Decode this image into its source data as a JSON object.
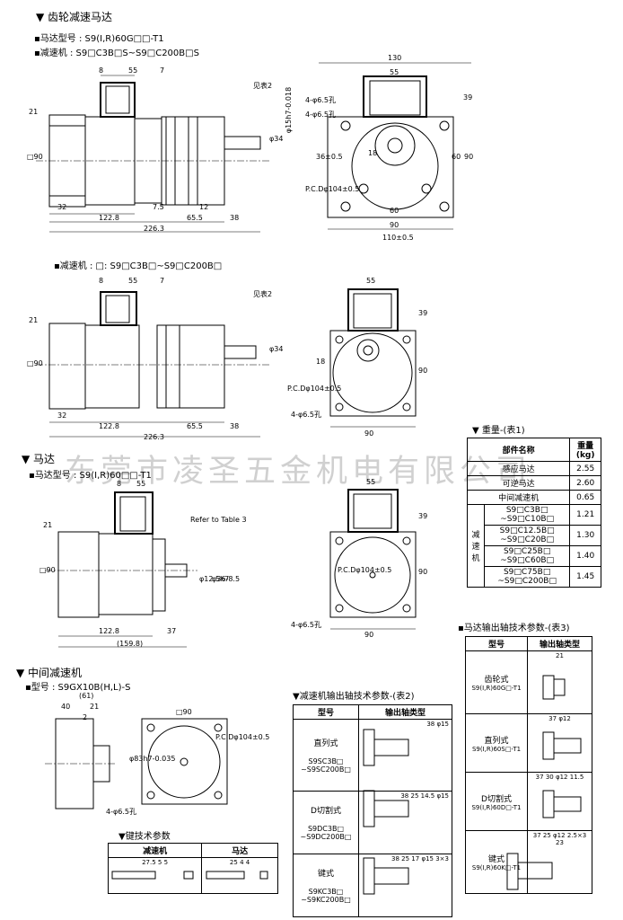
{
  "sec1": {
    "title": "齿轮减速马达",
    "motor_label": "马达型号",
    "motor_value": ": S9(I,R)60G□□-T1",
    "reducer_label": "减速机",
    "reducer_value": ": S9□C3B□S~S9□C200B□S"
  },
  "sec2": {
    "title": "减速机",
    "value": ": □: S9□C3B□~S9□C200B□"
  },
  "sec3": {
    "title": "马达",
    "model_label": "马达型号",
    "model_value": ": S9(I,R)60□□-T1"
  },
  "sec4": {
    "title": "中间减速机",
    "model_label": "型号",
    "model_value": ": S9GX10B(H,L)-S"
  },
  "dims": {
    "d8": "8",
    "d55": "55",
    "d7": "7",
    "d21": "21",
    "d90": "□90",
    "d32": "32",
    "d7_5": "7.5",
    "d12": "12",
    "d122_8": "122.8",
    "d65_5": "65.5",
    "d38": "38",
    "d226_3": "226.3",
    "note": "见表2",
    "phi15": "φ15h7-0.018",
    "phi34": "φ34",
    "d130": "130",
    "d39": "39",
    "d4phi65": "4-φ6.5孔",
    "d18": "18",
    "d36": "36±0.5",
    "d60": "60",
    "d90b": "90",
    "pcd": "P.C.Dφ104±0.5",
    "d110": "110±0.5",
    "refer": "Refer to Table 3",
    "phi12": "φ12.5h7",
    "phi36": "φ36-8.5",
    "d159_8": "(159.8)",
    "d37": "37",
    "d61": "(61)",
    "d40": "40",
    "d21b": "21",
    "d2": "2",
    "phi83": "φ83h7-0.035",
    "d4phi65b": "4-φ6.5孔"
  },
  "table1": {
    "title": "重量-(表1)",
    "col1": "部件名称",
    "col2": "重量(kg)",
    "rows": [
      {
        "name": "感应马达",
        "kg": "2.55"
      },
      {
        "name": "可逆马达",
        "kg": "2.60"
      },
      {
        "name": "中间减速机",
        "kg": "0.65"
      }
    ],
    "group": "减速机",
    "grows": [
      {
        "name": "S9□C3B□ ~S9□C10B□",
        "kg": "1.21"
      },
      {
        "name": "S9□C12.5B□ ~S9□C20B□",
        "kg": "1.30"
      },
      {
        "name": "S9□C25B□ ~S9□C60B□",
        "kg": "1.40"
      },
      {
        "name": "S9□C75B□ ~S9□C200B□",
        "kg": "1.45"
      }
    ]
  },
  "watermark": "东莞市凌圣五金机电有限公司",
  "table2": {
    "title": "减速机输出轴技术参数-(表2)",
    "col1": "型号",
    "col2": "输出轴类型",
    "rows": [
      {
        "type": "直列式",
        "model": "S9SC3B□ ~S9SC200B□",
        "a": "38",
        "b": "φ15"
      },
      {
        "type": "D切割式",
        "model": "S9DC3B□ ~S9DC200B□",
        "a": "38",
        "b": "25",
        "c": "14.5",
        "d": "φ15"
      },
      {
        "type": "键式",
        "model": "S9KC3B□ ~S9KC200B□",
        "a": "38",
        "b": "25",
        "c": "17",
        "d": "φ15",
        "e": "3×3"
      }
    ]
  },
  "table3": {
    "title": "马达输出轴技术参数-(表3)",
    "col1": "型号",
    "col2": "输出轴类型",
    "rows": [
      {
        "type": "齿轮式",
        "model": "S9(I,R)60G□-T1",
        "a": "21"
      },
      {
        "type": "直列式",
        "model": "S9(I,R)60S□-T1",
        "a": "37",
        "b": "φ12"
      },
      {
        "type": "D切割式",
        "model": "S9(I,R)60D□-T1",
        "a": "37",
        "b": "30",
        "c": "φ12",
        "d": "11.5"
      },
      {
        "type": "键式",
        "model": "S9(I,R)60K□-T1",
        "a": "37",
        "b": "25",
        "c": "φ12",
        "d": "2.5×3",
        "e": "23"
      }
    ]
  },
  "table4": {
    "title": "键技术参数",
    "col1": "减速机",
    "col2": "马达",
    "k1": "27.5",
    "k2": "5",
    "k3": "5",
    "k4": "25",
    "k5": "4",
    "k6": "4"
  }
}
